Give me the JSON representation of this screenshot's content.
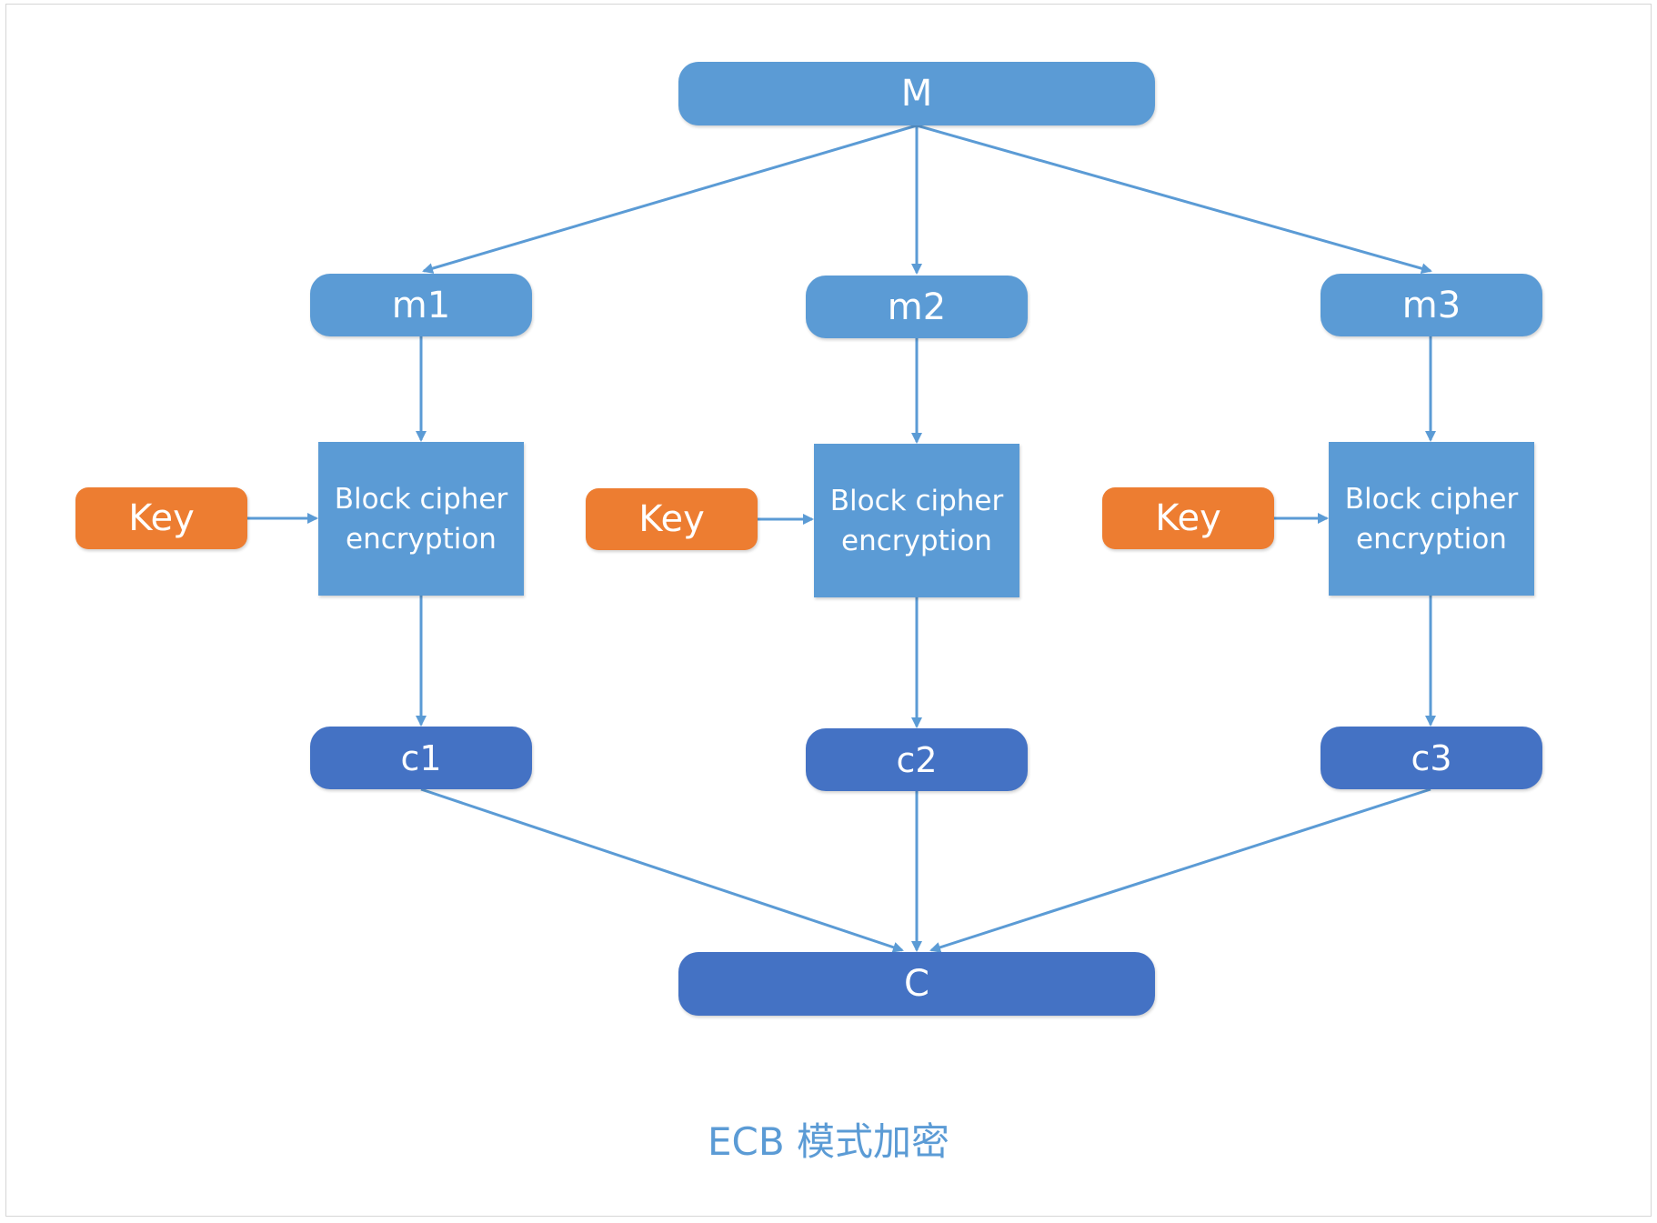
{
  "diagram": {
    "message": "M",
    "ciphertext": "C",
    "caption": "ECB 模式加密",
    "blocks": [
      {
        "plain": "m1",
        "key": "Key",
        "cipher_line1": "Block cipher",
        "cipher_line2": "encryption",
        "out": "c1"
      },
      {
        "plain": "m2",
        "key": "Key",
        "cipher_line1": "Block cipher",
        "cipher_line2": "encryption",
        "out": "c2"
      },
      {
        "plain": "m3",
        "key": "Key",
        "cipher_line1": "Block cipher",
        "cipher_line2": "encryption",
        "out": "c3"
      }
    ],
    "colors": {
      "plaintext": "#5b9bd5",
      "ciphertext": "#4472c4",
      "key": "#ed7d31",
      "connector": "#5b9bd5"
    }
  }
}
